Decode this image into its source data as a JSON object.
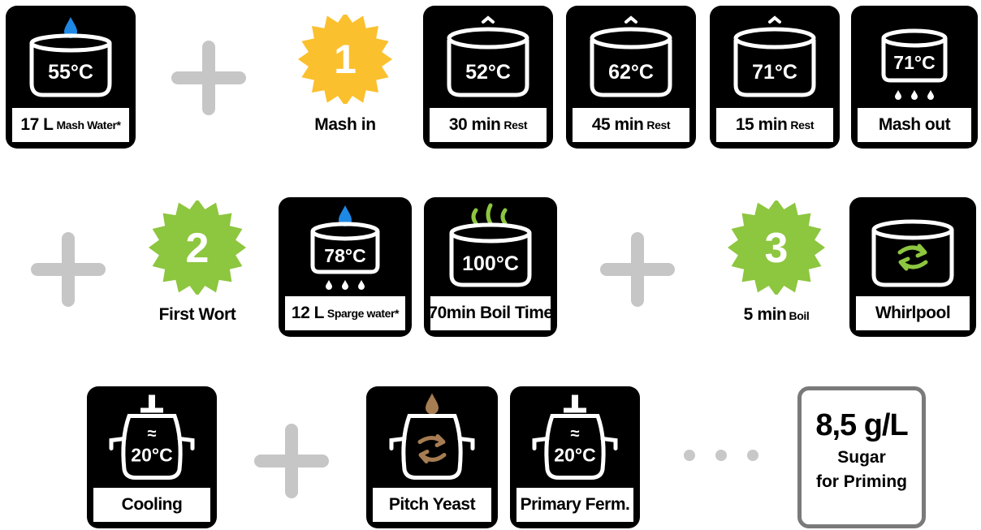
{
  "colors": {
    "card": "#000000",
    "plus": "#c6c6c6",
    "badge1": "#fbc02d",
    "badge2": "#8dc63f",
    "water_drop": "#1e88e5",
    "green": "#8dc63f",
    "yeast": "#a67c52",
    "sugar_border": "#7a7a7a",
    "dots": "#c8c8c8"
  },
  "row1": {
    "mash_water": {
      "temp": "55°C",
      "amount": "17 L",
      "note": "Mash Water*",
      "icon": "pot-water-drop-icon"
    },
    "badge": {
      "number": "1",
      "caption": "Mash in"
    },
    "rest1": {
      "temp": "52°C",
      "time": "30 min",
      "unit": "Rest",
      "icon": "covered-pot-icon"
    },
    "rest2": {
      "temp": "62°C",
      "time": "45 min",
      "unit": "Rest",
      "icon": "covered-pot-icon"
    },
    "rest3": {
      "temp": "71°C",
      "time": "15 min",
      "unit": "Rest",
      "icon": "covered-pot-icon"
    },
    "mashout": {
      "temp": "71°C",
      "label": "Mash out",
      "icon": "draining-pot-icon"
    }
  },
  "row2": {
    "badge": {
      "number": "2",
      "caption": "First Wort"
    },
    "sparge": {
      "temp": "78°C",
      "amount": "12 L",
      "note": "Sparge water*",
      "icon": "sparge-pot-icon"
    },
    "boil": {
      "temp": "100°C",
      "label": "70min Boil Time",
      "icon": "steaming-pot-icon"
    },
    "badge3": {
      "number": "3",
      "caption_big": "5 min",
      "caption_small": "Boil"
    },
    "whirlpool": {
      "label": "Whirlpool",
      "icon": "whirlpool-pot-icon"
    }
  },
  "row3": {
    "cooling": {
      "temp": "20°C",
      "approx": "≈",
      "label": "Cooling",
      "icon": "fermenter-icon"
    },
    "pitch": {
      "label": "Pitch Yeast",
      "icon": "yeast-fermenter-icon"
    },
    "primary": {
      "temp": "20°C",
      "approx": "≈",
      "label": "Primary Ferm.",
      "icon": "fermenter-icon"
    },
    "sugar": {
      "amount": "8,5 g/L",
      "line1": "Sugar",
      "line2": "for Priming"
    }
  }
}
